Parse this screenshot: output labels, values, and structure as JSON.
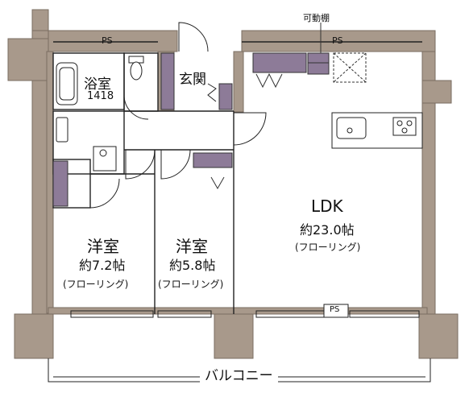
{
  "labels": {
    "ps_left": "PS",
    "ps_right": "PS",
    "ps_balcony": "PS",
    "movable_shelf": "可動棚",
    "bath_name": "浴室",
    "bath_size": "1418",
    "entrance": "玄関",
    "ldk_name": "LDK",
    "ldk_size": "約23.0帖",
    "ldk_floor": "(フローリング)",
    "room1_name": "洋室",
    "room1_size": "約7.2帖",
    "room1_floor": "(フローリング)",
    "room2_name": "洋室",
    "room2_size": "約5.8帖",
    "room2_floor": "(フローリング)",
    "balcony": "バルコニー"
  },
  "colors": {
    "wall": "#a8998b",
    "wall_edge": "#7a6d62",
    "storage": "#8d7b98",
    "line": "#222222",
    "fixture": "#ffffff"
  },
  "icons": [
    "bathtub-icon",
    "toilet-icon",
    "washbasin-icon",
    "sink-icon",
    "stove-icon",
    "washing-machine-icon"
  ]
}
